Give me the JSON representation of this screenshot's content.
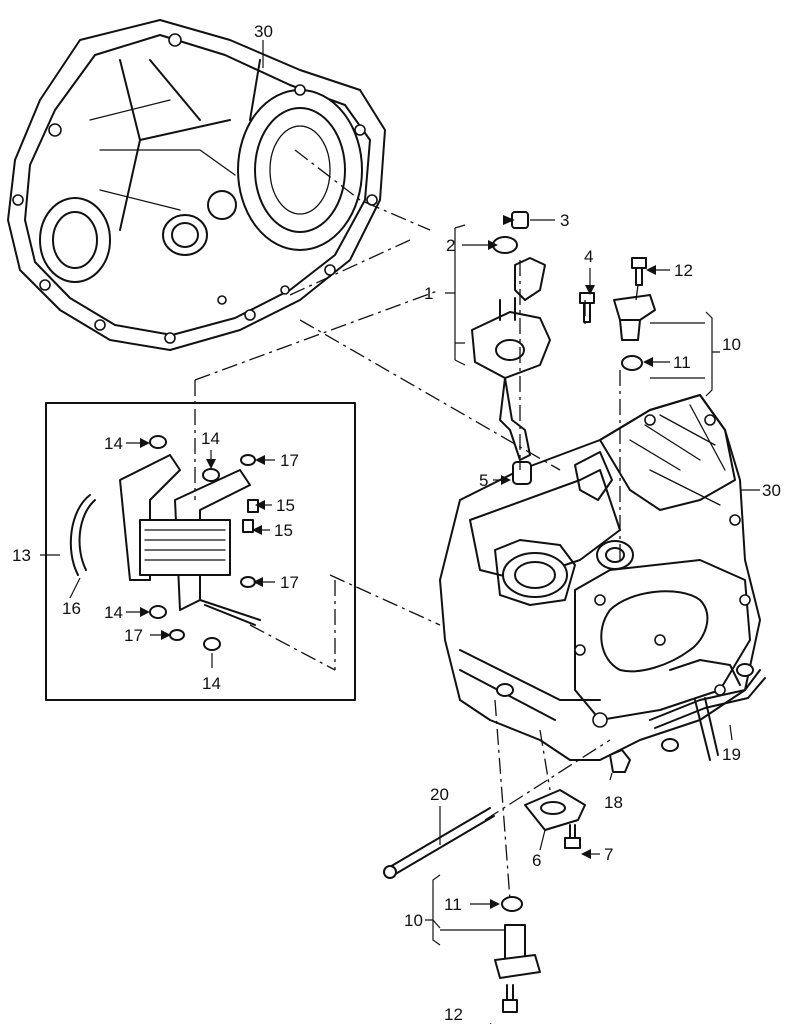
{
  "callouts": {
    "c1": "1",
    "c2": "2",
    "c3": "3",
    "c4": "4",
    "c5": "5",
    "c6": "6",
    "c7": "7",
    "c10a": "10",
    "c10b": "10",
    "c11a": "11",
    "c11b": "11",
    "c12a": "12",
    "c12b": "12",
    "c13": "13",
    "c14a": "14",
    "c14b": "14",
    "c14c": "14",
    "c14d": "14",
    "c15a": "15",
    "c15b": "15",
    "c16": "16",
    "c17a": "17",
    "c17b": "17",
    "c17c": "17",
    "c18": "18",
    "c19": "19",
    "c20": "20",
    "c30a": "30",
    "c30b": "30"
  }
}
